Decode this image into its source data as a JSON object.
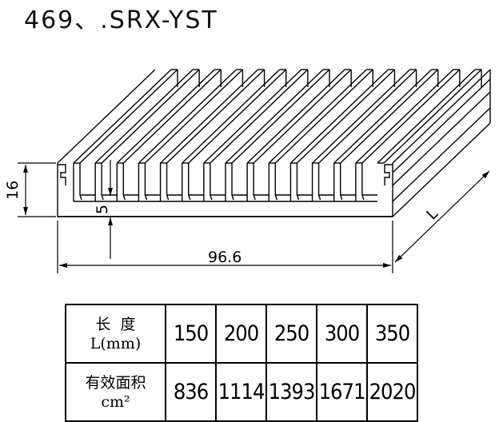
{
  "title": "469、.SRX-YST",
  "dimensions": {
    "height": "16",
    "fin_gap": "5",
    "width": "96.6",
    "length": "L"
  },
  "table": {
    "length_label": "长  度",
    "length_unit": "L(mm)",
    "area_label": "有效面积",
    "area_unit": "cm²",
    "lengths": [
      "150",
      "200",
      "250",
      "300",
      "350"
    ],
    "areas": [
      "836",
      "1114",
      "1393",
      "1671",
      "2020"
    ]
  }
}
